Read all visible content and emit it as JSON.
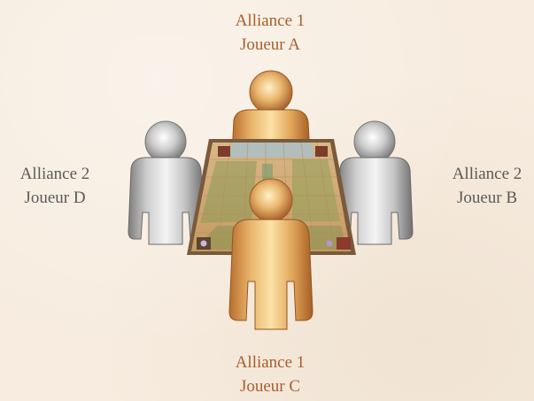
{
  "players": {
    "top": {
      "alliance": "Alliance 1",
      "player": "Joueur A",
      "color": "#a85e2c",
      "figure": "gold"
    },
    "right": {
      "alliance": "Alliance 2",
      "player": "Joueur B",
      "color": "#5a5a5a",
      "figure": "silver"
    },
    "bottom": {
      "alliance": "Alliance 1",
      "player": "Joueur C",
      "color": "#a85e2c",
      "figure": "gold"
    },
    "left": {
      "alliance": "Alliance 2",
      "player": "Joueur D",
      "color": "#5a5a5a",
      "figure": "silver"
    }
  },
  "board": {
    "icon": "game-board-illustration"
  },
  "colors": {
    "background": "#f7ecdf",
    "gold": "#d9a15f",
    "silver": "#b8b8b8"
  }
}
